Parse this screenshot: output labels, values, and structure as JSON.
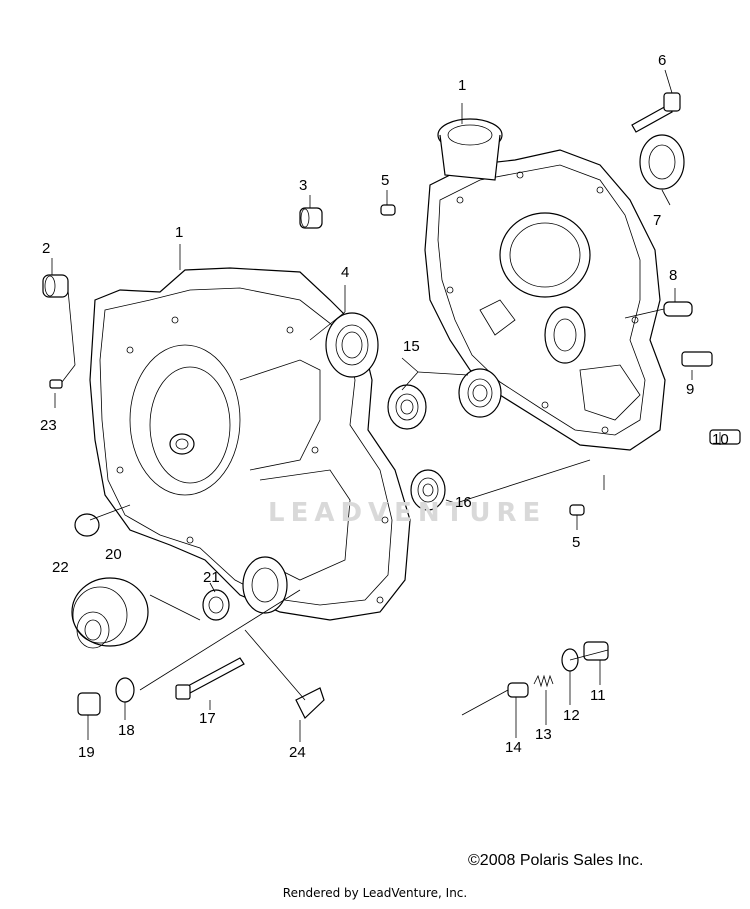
{
  "diagram": {
    "callouts": [
      {
        "id": "c1a",
        "text": "1"
      },
      {
        "id": "c1b",
        "text": "1"
      },
      {
        "id": "c2",
        "text": "2"
      },
      {
        "id": "c3",
        "text": "3"
      },
      {
        "id": "c4",
        "text": "4"
      },
      {
        "id": "c5a",
        "text": "5"
      },
      {
        "id": "c5b",
        "text": "5"
      },
      {
        "id": "c6",
        "text": "6"
      },
      {
        "id": "c7",
        "text": "7"
      },
      {
        "id": "c8",
        "text": "8"
      },
      {
        "id": "c9",
        "text": "9"
      },
      {
        "id": "c10",
        "text": "10"
      },
      {
        "id": "c11",
        "text": "11"
      },
      {
        "id": "c12",
        "text": "12"
      },
      {
        "id": "c13",
        "text": "13"
      },
      {
        "id": "c14",
        "text": "14"
      },
      {
        "id": "c15",
        "text": "15"
      },
      {
        "id": "c16",
        "text": "16"
      },
      {
        "id": "c17",
        "text": "17"
      },
      {
        "id": "c18",
        "text": "18"
      },
      {
        "id": "c19",
        "text": "19"
      },
      {
        "id": "c20",
        "text": "20"
      },
      {
        "id": "c21",
        "text": "21"
      },
      {
        "id": "c22",
        "text": "22"
      },
      {
        "id": "c23",
        "text": "23"
      },
      {
        "id": "c24",
        "text": "24"
      }
    ],
    "watermark": "LEADVENTURE",
    "copyright": "©2008 Polaris Sales Inc.",
    "rendered_by": "Rendered by LeadVenture, Inc."
  }
}
